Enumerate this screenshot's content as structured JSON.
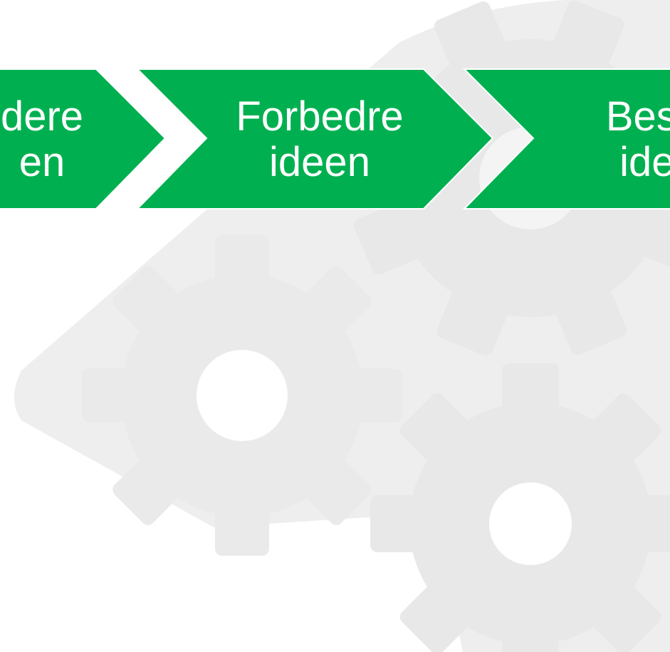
{
  "colors": {
    "arrow_fill": "#00b050",
    "arrow_outline": "#ffffff",
    "background_art": "#eeeeee",
    "text": "#ffffff"
  },
  "background": {
    "icons": [
      "gear-icon",
      "gear-icon",
      "gear-icon",
      "triangle-play-icon"
    ]
  },
  "process": {
    "steps": [
      {
        "label": "dere\nen"
      },
      {
        "label": "Forbedre\nideen"
      },
      {
        "label": "Beskr\nidee"
      }
    ]
  }
}
